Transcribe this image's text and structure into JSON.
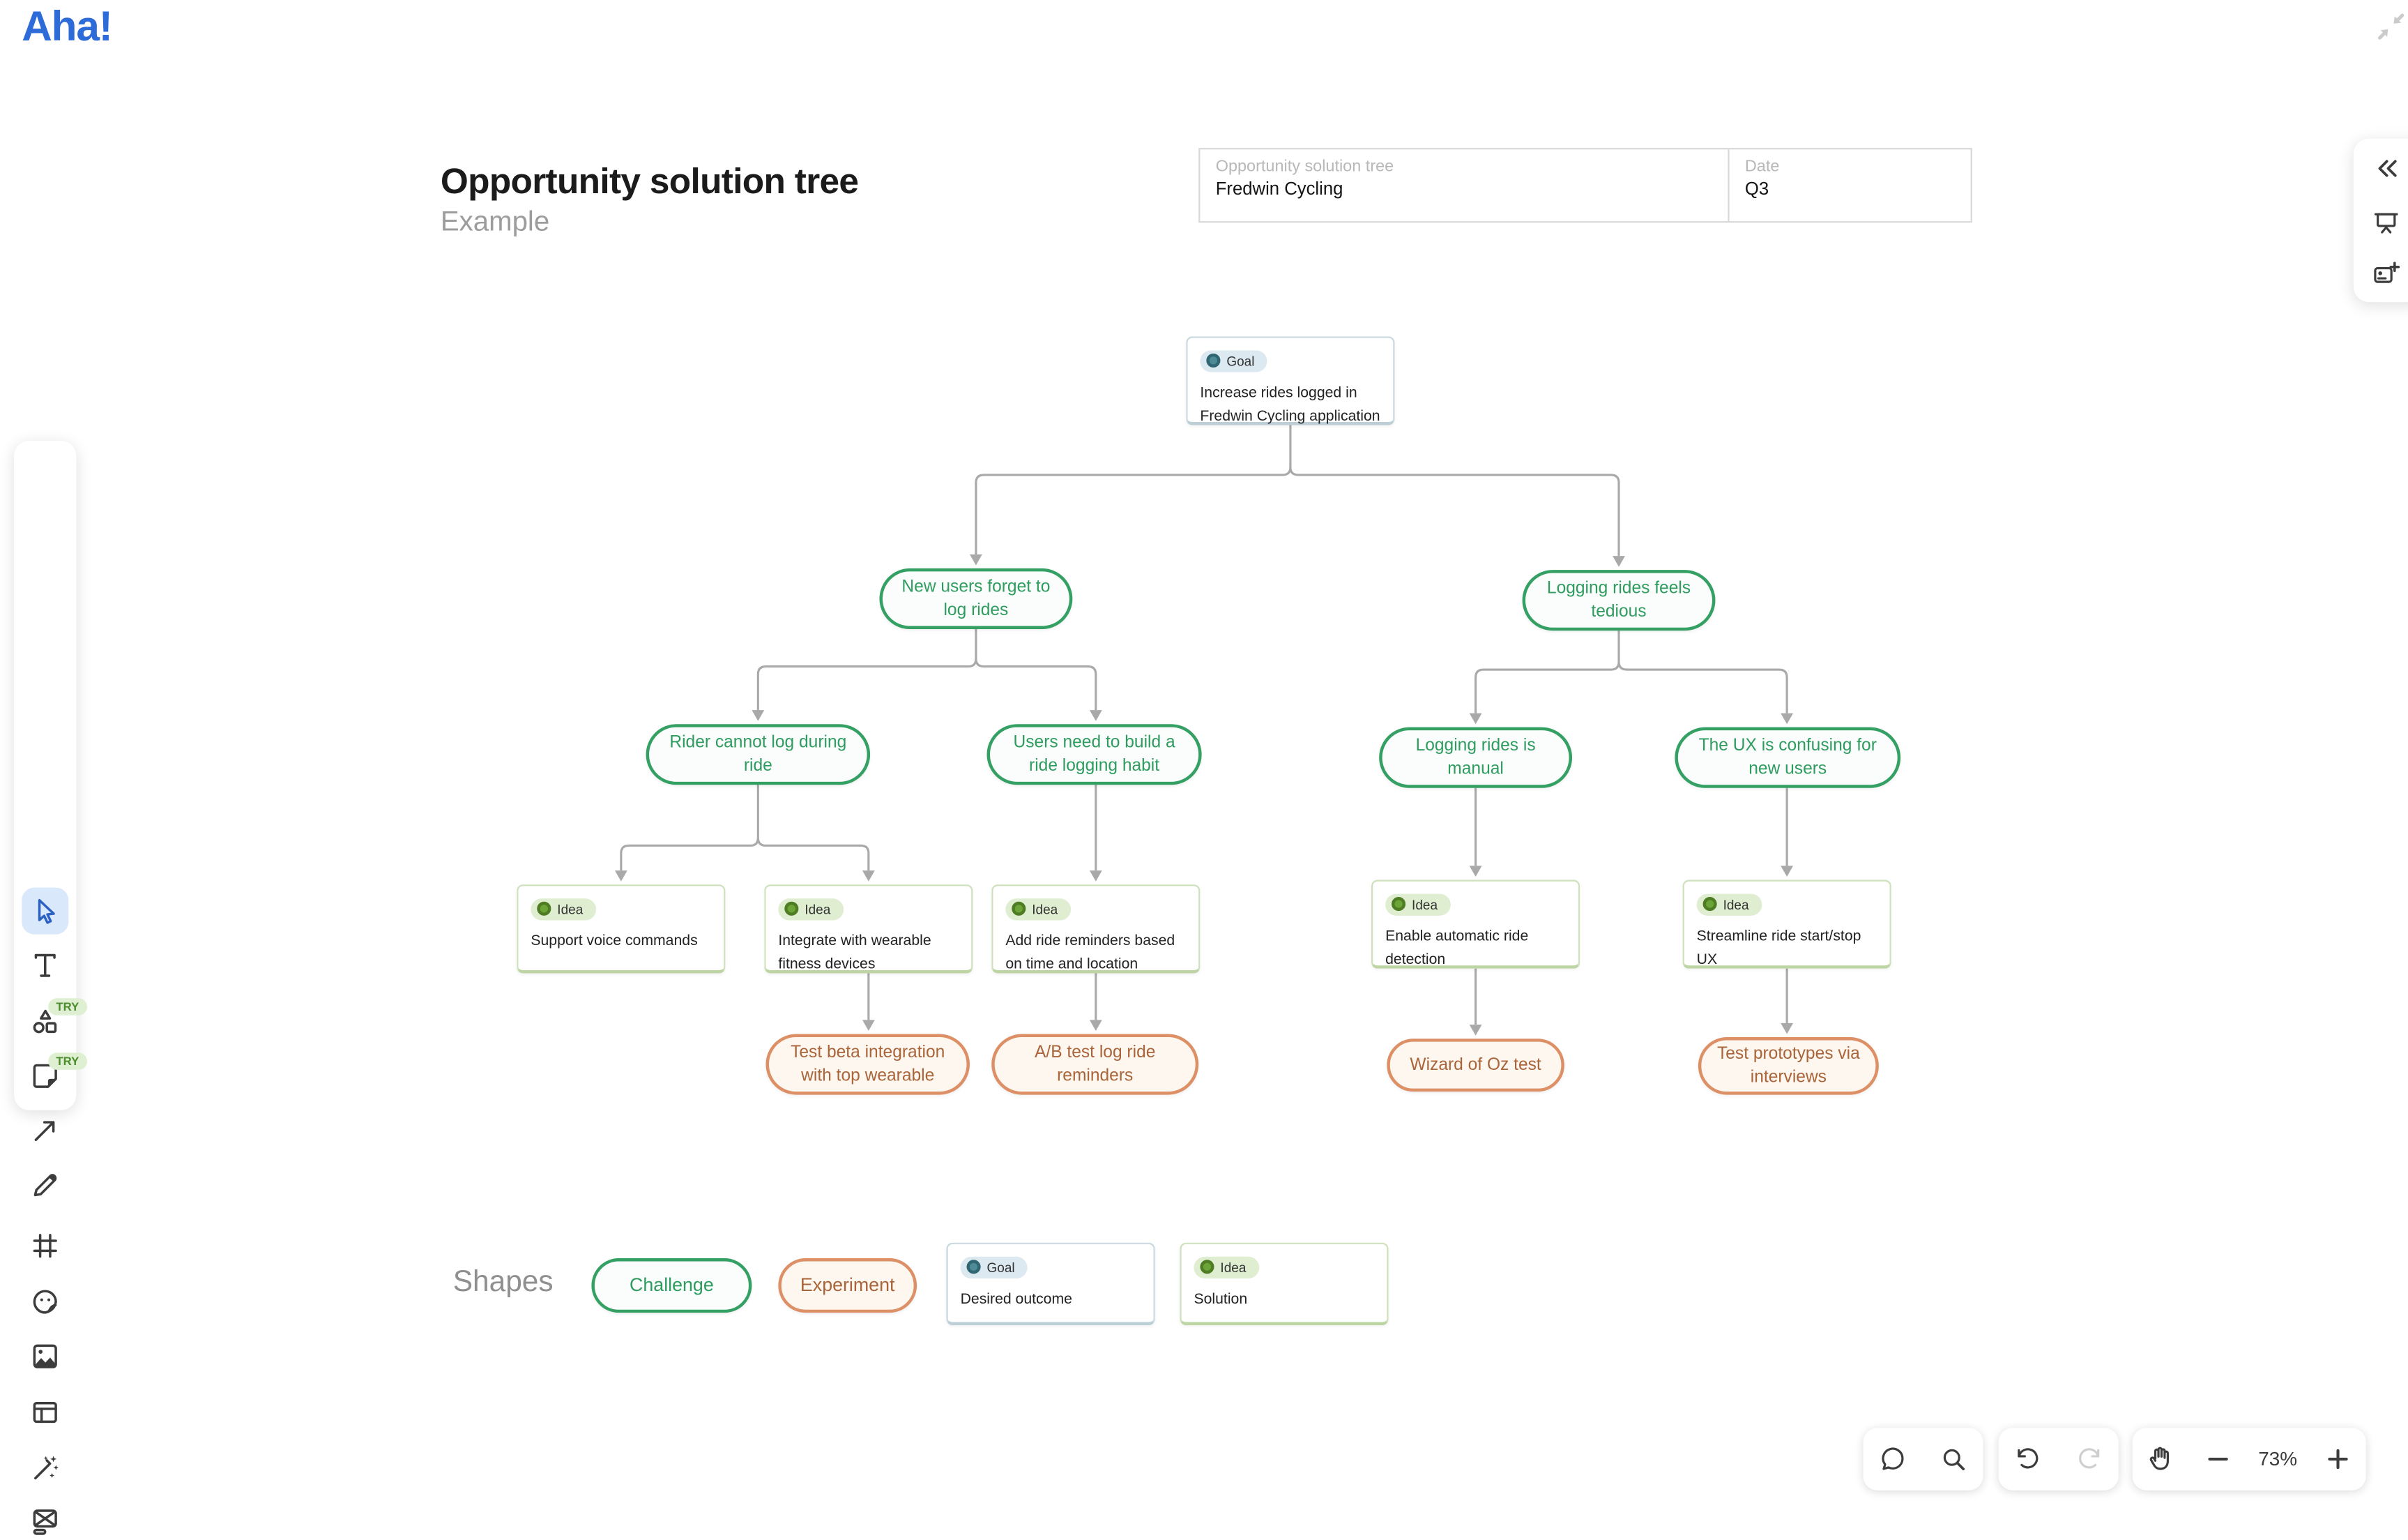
{
  "app": {
    "logo": "Aha!"
  },
  "board": {
    "title": "Opportunity solution tree",
    "subtitle": "Example",
    "meta": {
      "name_label": "Opportunity solution tree",
      "name_value": "Fredwin Cycling",
      "date_label": "Date",
      "date_value": "Q3"
    }
  },
  "tree": {
    "goal": {
      "badge": "Goal",
      "label": "Increase rides logged in Fredwin Cycling application"
    },
    "challenges": [
      {
        "label": "New users forget to log rides"
      },
      {
        "label": "Logging rides feels tedious"
      },
      {
        "label": "Rider cannot log during ride"
      },
      {
        "label": "Users need to build a ride logging habit"
      },
      {
        "label": "Logging rides is manual"
      },
      {
        "label": "The UX is confusing for new users"
      }
    ],
    "ideas": [
      {
        "badge": "Idea",
        "label": "Support voice commands"
      },
      {
        "badge": "Idea",
        "label": "Integrate with wearable fitness devices"
      },
      {
        "badge": "Idea",
        "label": "Add ride reminders based on time and location"
      },
      {
        "badge": "Idea",
        "label": "Enable automatic ride detection"
      },
      {
        "badge": "Idea",
        "label": "Streamline ride start/stop UX"
      }
    ],
    "experiments": [
      {
        "label": "Test beta integration with top wearable"
      },
      {
        "label": "A/B test log ride reminders"
      },
      {
        "label": "Wizard of Oz test"
      },
      {
        "label": "Test prototypes via interviews"
      }
    ]
  },
  "legend": {
    "title": "Shapes",
    "challenge": "Challenge",
    "experiment": "Experiment",
    "goal_badge": "Goal",
    "goal_label": "Desired outcome",
    "idea_badge": "Idea",
    "idea_label": "Solution"
  },
  "toolbar": {
    "try_badge": "TRY",
    "items": [
      "select",
      "text",
      "shapes",
      "sticky-note",
      "arrow",
      "pen",
      "frame",
      "sticker",
      "image",
      "template",
      "magic-wand",
      "wireframe"
    ]
  },
  "right_panel_items": [
    "collapse",
    "present",
    "add-to-presentation"
  ],
  "controls": {
    "zoom_level": "73%"
  },
  "colors": {
    "brand_blue": "#2d6bd9",
    "challenge_green": "#35a064",
    "experiment_orange": "#dd8f66",
    "goal_teal": "#4f8b96",
    "idea_green": "#6ca437",
    "connector_gray": "#a9a9a9"
  }
}
